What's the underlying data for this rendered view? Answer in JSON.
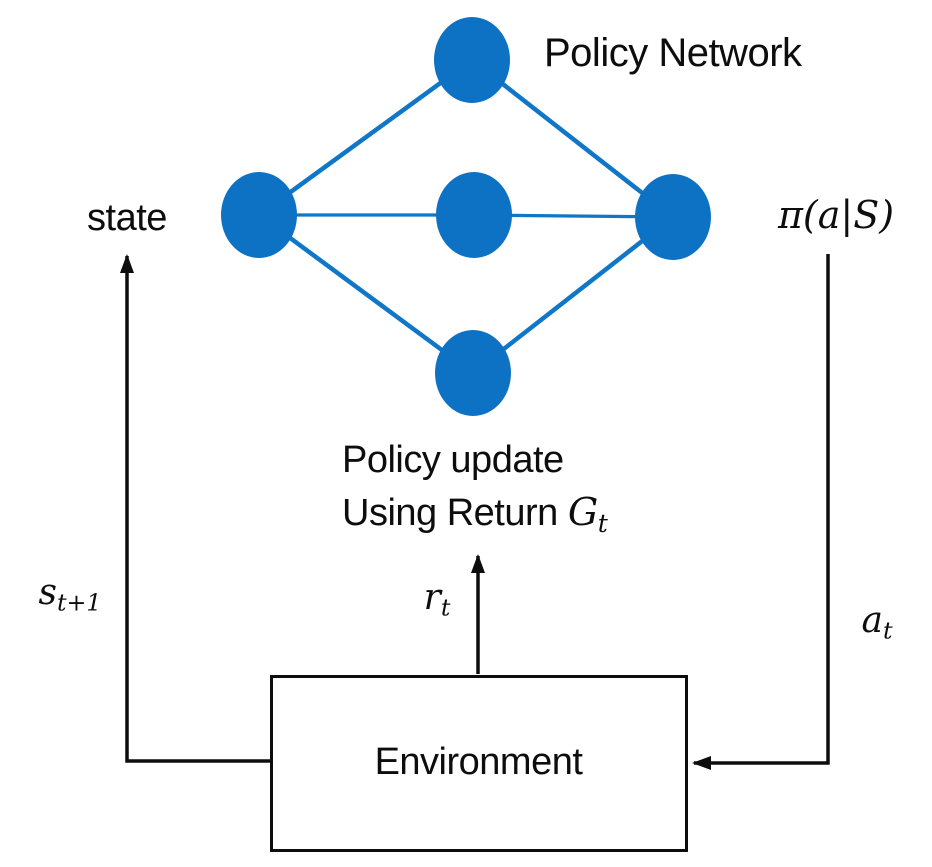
{
  "colors": {
    "node_blue": "#0e72c4",
    "edge_blue": "#0f76c8",
    "ink": "#0d0d0d"
  },
  "network": {
    "title": "Policy Network",
    "node_count": 5,
    "layers": [
      1,
      3,
      1
    ]
  },
  "labels": {
    "policy_network": "Policy Network",
    "state": "state",
    "policy_output": "π(a|S)",
    "next_state": {
      "base": "s",
      "sub": "t+1"
    },
    "reward": {
      "base": "r",
      "sub": "t"
    },
    "action": {
      "base": "a",
      "sub": "t"
    },
    "policy_update": {
      "line1": "Policy update",
      "line2_prefix": "Using Return ",
      "return_base": "G",
      "return_sub": "t"
    },
    "environment": "Environment"
  }
}
